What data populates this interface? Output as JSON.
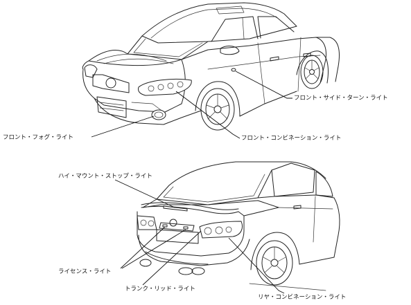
{
  "labels": {
    "front_side_turn_light": "フロント・サイド・ターン・ライト",
    "front_fog_light": "フロント・フォグ・ライト",
    "front_combination_light": "フロント・コンビネーション・ライト",
    "high_mount_stop_light": "ハイ・マウント・ストップ・ライト",
    "license_light": "ライセンス・ライト",
    "trunk_lid_light": "トランク・リッド・ライト",
    "rear_combination_light": "リヤ・コンビネーション・ライト"
  }
}
